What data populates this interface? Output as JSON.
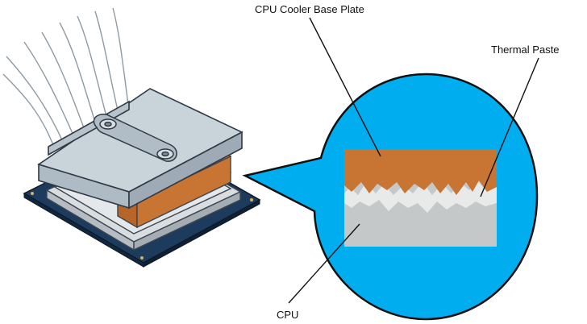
{
  "labels": {
    "base_plate": "CPU Cooler Base Plate",
    "thermal_paste": "Thermal Paste",
    "cpu": "CPU"
  },
  "colors": {
    "bubble": "#00aeef",
    "base_plate": "#c87533",
    "thermal_paste": "#e8eaea",
    "cpu": "#c4c8c9",
    "heatsink": "#c9d3da",
    "pcb": "#1d3b5c"
  }
}
